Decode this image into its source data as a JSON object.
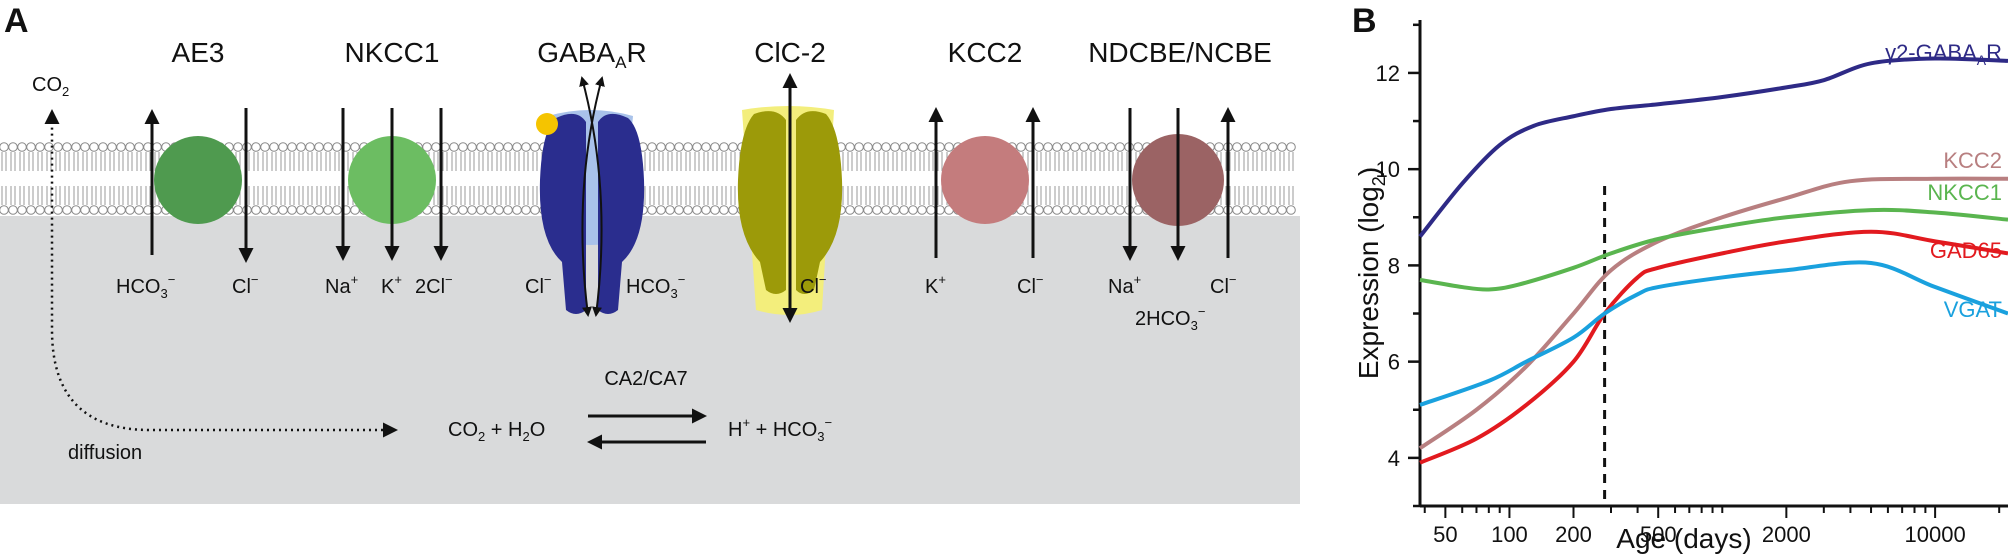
{
  "panel_a": {
    "label": "A",
    "transporters": [
      {
        "name": "AE3"
      },
      {
        "name": "NKCC1"
      },
      {
        "name": "GABA",
        "sub": "A",
        "suffix": "R"
      },
      {
        "name": "ClC-2"
      },
      {
        "name": "KCC2"
      },
      {
        "name": "NDCBE/NCBE"
      }
    ],
    "ions": {
      "co2_top": "CO",
      "co2_top_sub": "2",
      "hco3": "HCO",
      "hco3_sub": "3",
      "minus": "−",
      "cl": "Cl",
      "na": "Na",
      "k": "K",
      "plus": "+",
      "two_cl": "2Cl",
      "two_hco3": "2HCO"
    },
    "reaction": {
      "enzyme": "CA2/CA7",
      "diffusion": "diffusion",
      "left": "CO",
      "left_sub": "2",
      "left_rest": " + H",
      "left_sub2": "2",
      "left_end": "O",
      "right": "H",
      "right_sup": "+",
      "right_rest": " + HCO",
      "right_sub": "3",
      "right_sup2": "−"
    },
    "colors": {
      "cytoplasm": "#d9dadb",
      "ae3": "#4f9a4f",
      "nkcc1": "#6cbd62",
      "gabaar": "#2a2d8e",
      "gabaar_halo": "#a9c2ea",
      "gaba_ligand": "#f5c400",
      "clc2": "#9c9a09",
      "clc2_halo": "#f3ee7c",
      "kcc2": "#c47c7d",
      "ndcbe": "#9b6364"
    }
  },
  "panel_b": {
    "label": "B"
  },
  "chart_data": {
    "type": "line",
    "xlabel": "Age (days)",
    "ylabel": "Expression (log",
    "ylabel_sub": "2",
    "ylabel_end": ")",
    "x_scale": "log",
    "xlim": [
      38,
      22000
    ],
    "ylim": [
      3,
      13.1
    ],
    "xticks": [
      50,
      100,
      200,
      500,
      2000,
      10000
    ],
    "yticks": [
      4,
      6,
      8,
      10,
      12
    ],
    "vline_x": 280,
    "series": [
      {
        "name": "γ2-GABA",
        "name_sub": "A",
        "name_end": "R",
        "color": "#2e2a86",
        "x": [
          38,
          60,
          90,
          130,
          200,
          300,
          500,
          1000,
          2000,
          3000,
          5000,
          10000,
          22000
        ],
        "y": [
          8.6,
          9.7,
          10.5,
          10.9,
          11.1,
          11.25,
          11.35,
          11.5,
          11.7,
          11.85,
          12.2,
          12.3,
          12.25
        ]
      },
      {
        "name": "KCC2",
        "color": "#b87f80",
        "x": [
          38,
          70,
          120,
          200,
          300,
          500,
          1000,
          2000,
          4000,
          10000,
          22000
        ],
        "y": [
          4.2,
          5.0,
          5.9,
          7.0,
          7.9,
          8.5,
          9.0,
          9.4,
          9.75,
          9.8,
          9.8
        ]
      },
      {
        "name": "NKCC1",
        "color": "#5ab54f",
        "x": [
          38,
          60,
          80,
          110,
          200,
          300,
          500,
          1000,
          2000,
          5000,
          10000,
          22000
        ],
        "y": [
          7.7,
          7.55,
          7.5,
          7.6,
          7.95,
          8.25,
          8.55,
          8.8,
          9.0,
          9.15,
          9.1,
          8.95
        ]
      },
      {
        "name": "GAD65",
        "color": "#e21a1f",
        "x": [
          38,
          70,
          120,
          200,
          280,
          400,
          500,
          1000,
          2000,
          5000,
          10000,
          22000
        ],
        "y": [
          3.9,
          4.4,
          5.1,
          6.0,
          7.0,
          7.75,
          7.95,
          8.25,
          8.5,
          8.7,
          8.5,
          8.25
        ]
      },
      {
        "name": "VGAT",
        "color": "#1aa1de",
        "x": [
          38,
          80,
          120,
          200,
          280,
          400,
          500,
          1000,
          2000,
          5000,
          10000,
          22000
        ],
        "y": [
          5.1,
          5.6,
          6.0,
          6.5,
          7.0,
          7.4,
          7.55,
          7.75,
          7.9,
          8.05,
          7.55,
          7.0
        ]
      }
    ]
  }
}
